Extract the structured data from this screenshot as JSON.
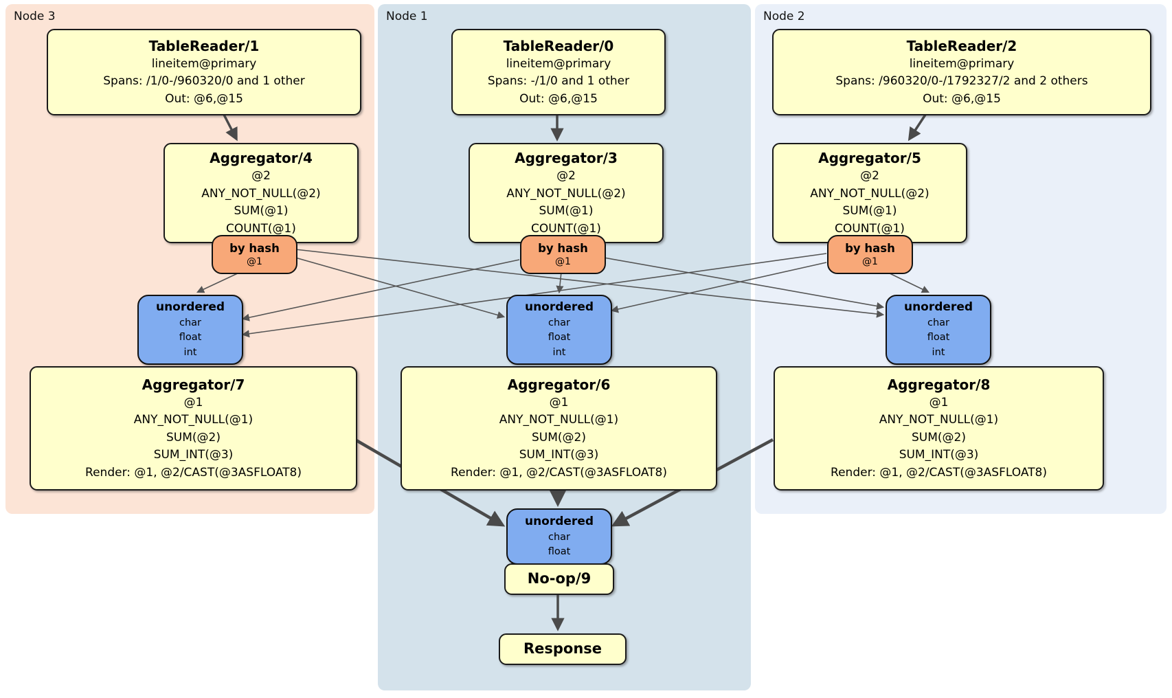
{
  "nodes": [
    {
      "label": "Node 3",
      "table_reader": {
        "title": "TableReader/1",
        "index": "lineitem@primary",
        "spans": "Spans: /1/0-/960320/0 and 1 other",
        "out": "Out: @6,@15"
      },
      "pre_aggregator": {
        "title": "Aggregator/4",
        "lines": [
          "@2",
          "ANY_NOT_NULL(@2)",
          "SUM(@1)",
          "COUNT(@1)"
        ]
      },
      "router": {
        "title": "by hash",
        "detail": "@1"
      },
      "sync": {
        "title": "unordered",
        "types": [
          "char",
          "float",
          "int"
        ]
      },
      "final_aggregator": {
        "title": "Aggregator/7",
        "lines": [
          "@1",
          "ANY_NOT_NULL(@1)",
          "SUM(@2)",
          "SUM_INT(@3)",
          "Render: @1, @2/CAST(@3ASFLOAT8)"
        ]
      }
    },
    {
      "label": "Node 1",
      "table_reader": {
        "title": "TableReader/0",
        "index": "lineitem@primary",
        "spans": "Spans: -/1/0 and 1 other",
        "out": "Out: @6,@15"
      },
      "pre_aggregator": {
        "title": "Aggregator/3",
        "lines": [
          "@2",
          "ANY_NOT_NULL(@2)",
          "SUM(@1)",
          "COUNT(@1)"
        ]
      },
      "router": {
        "title": "by hash",
        "detail": "@1"
      },
      "sync": {
        "title": "unordered",
        "types": [
          "char",
          "float",
          "int"
        ]
      },
      "final_aggregator": {
        "title": "Aggregator/6",
        "lines": [
          "@1",
          "ANY_NOT_NULL(@1)",
          "SUM(@2)",
          "SUM_INT(@3)",
          "Render: @1, @2/CAST(@3ASFLOAT8)"
        ]
      }
    },
    {
      "label": "Node 2",
      "table_reader": {
        "title": "TableReader/2",
        "index": "lineitem@primary",
        "spans": "Spans: /960320/0-/1792327/2 and 2 others",
        "out": "Out: @6,@15"
      },
      "pre_aggregator": {
        "title": "Aggregator/5",
        "lines": [
          "@2",
          "ANY_NOT_NULL(@2)",
          "SUM(@1)",
          "COUNT(@1)"
        ]
      },
      "router": {
        "title": "by hash",
        "detail": "@1"
      },
      "sync": {
        "title": "unordered",
        "types": [
          "char",
          "float",
          "int"
        ]
      },
      "final_aggregator": {
        "title": "Aggregator/8",
        "lines": [
          "@1",
          "ANY_NOT_NULL(@1)",
          "SUM(@2)",
          "SUM_INT(@3)",
          "Render: @1, @2/CAST(@3ASFLOAT8)"
        ]
      }
    }
  ],
  "final_stage": {
    "sync": {
      "title": "unordered",
      "types": [
        "char",
        "float"
      ]
    },
    "noop_title": "No-op/9",
    "response_title": "Response"
  },
  "colors": {
    "node3_bg": "#fce4d6",
    "node1_bg": "#d4e2eb",
    "node2_bg": "#eaf0f9",
    "processor_fill": "#ffffcc",
    "router_fill": "#f8a878",
    "sync_fill": "#80acf0",
    "edge_thick": "#4a4a4a",
    "edge_thin": "#555555"
  }
}
